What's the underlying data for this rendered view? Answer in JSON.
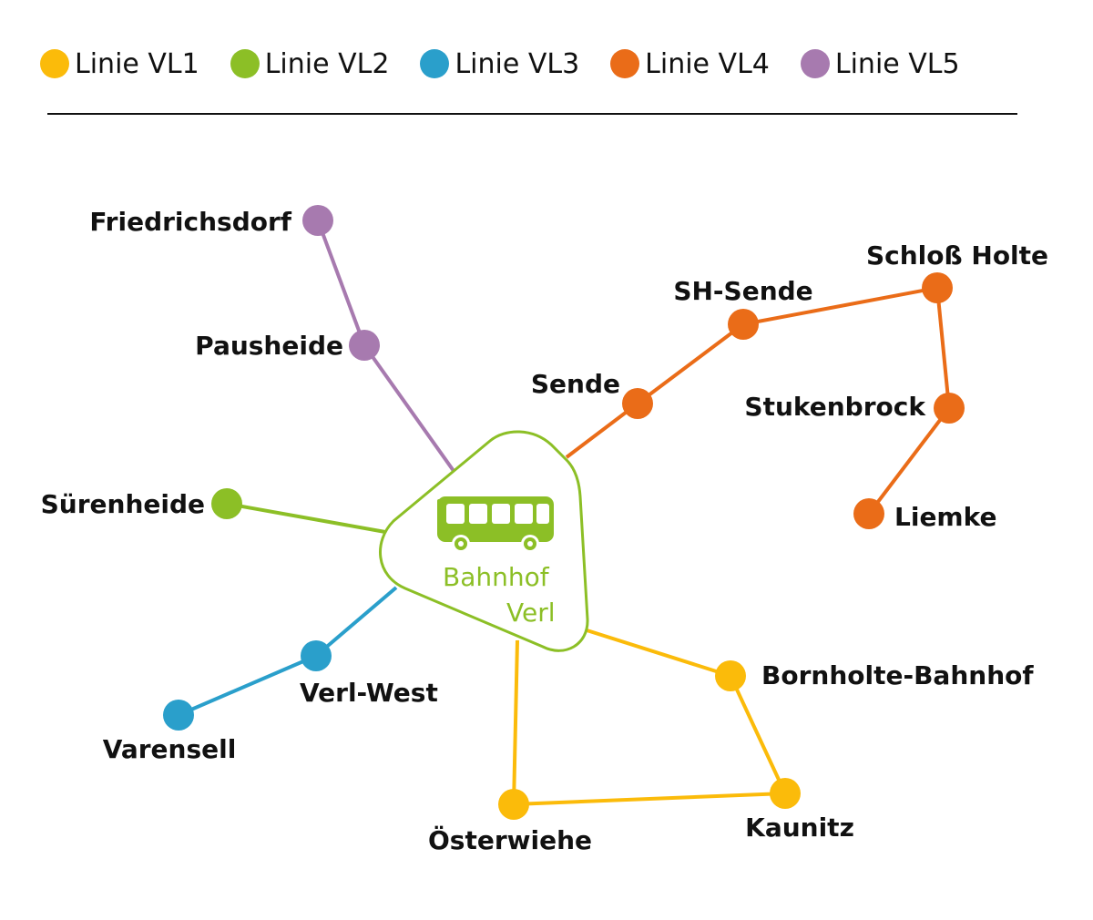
{
  "colors": {
    "vl1": "#fbbb0a",
    "vl2": "#8cbf26",
    "vl3": "#2a9fcb",
    "vl4": "#ea6c18",
    "vl5": "#a77aaf",
    "text": "#111111"
  },
  "legend": [
    {
      "key": "vl1",
      "label": "Linie VL1"
    },
    {
      "key": "vl2",
      "label": "Linie VL2"
    },
    {
      "key": "vl3",
      "label": "Linie VL3"
    },
    {
      "key": "vl4",
      "label": "Linie VL4"
    },
    {
      "key": "vl5",
      "label": "Linie VL5"
    }
  ],
  "hub": {
    "line1": "Bahnhof",
    "line2": "Verl",
    "icon": "bus-icon"
  },
  "stops": {
    "friedrichsdorf": "Friedrichsdorf",
    "pausheide": "Pausheide",
    "suerenheide": "Sürenheide",
    "verl_west": "Verl-West",
    "varensell": "Varensell",
    "oesterwiehe": "Österwiehe",
    "kaunitz": "Kaunitz",
    "bornholte": "Bornholte-Bahnhof",
    "sende": "Sende",
    "sh_sende": "SH-Sende",
    "schloss_holte": "Schloß Holte",
    "stukenbrock": "Stukenbrock",
    "liemke": "Liemke"
  }
}
